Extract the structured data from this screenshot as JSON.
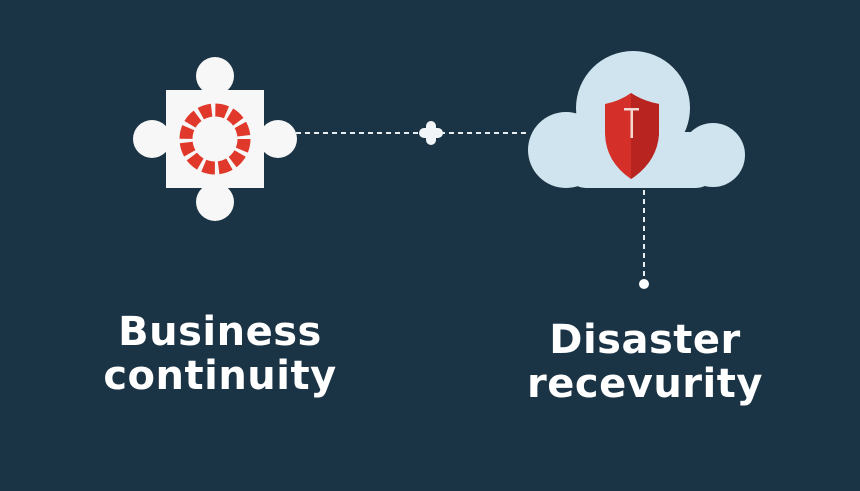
{
  "colors": {
    "background": "#1b3445",
    "puzzle": "#f7f7f7",
    "gear": "#e0392b",
    "cloud": "#cfe4ee",
    "shield": "#d42f28",
    "connector": "#e6eef2",
    "text": "#ffffff"
  },
  "nodes": {
    "left": {
      "icon": "puzzle-gear-icon",
      "line1": "Business",
      "line2": "continuity"
    },
    "right": {
      "icon": "cloud-shield-icon",
      "line1": "Disaster",
      "line2": "recevurity"
    }
  },
  "connector_icon": "plus-junction-icon"
}
